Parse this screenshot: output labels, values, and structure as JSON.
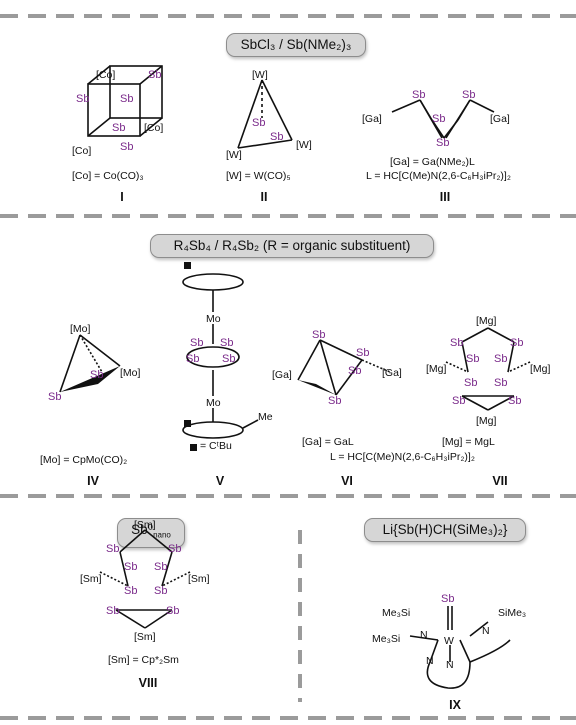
{
  "sections": [
    {
      "title": "SbCl₃ / Sb(NMe₂)₃"
    },
    {
      "title": "R₄Sb₄ / R₄Sb₂ (R = organic substituent)"
    },
    {
      "title": "Sb⁰",
      "title_sub": "nano"
    },
    {
      "title": "Li{Sb(H)CH(SiMe₃)₂}"
    }
  ],
  "labels": {
    "sb": "Sb",
    "co": "[Co]",
    "w": "[W]",
    "ga": "[Ga]",
    "mo_b": "[Mo]",
    "mo": "Mo",
    "me": "Me",
    "mg": "[Mg]",
    "sm": "[Sm]",
    "me3si": "Me₃Si",
    "sime3": "SiMe₃",
    "n": "N",
    "w_plain": "W"
  },
  "compounds": {
    "I": {
      "numeral": "I",
      "caption": "[Co] = Co(CO)₃"
    },
    "II": {
      "numeral": "II",
      "caption": "[W] = W(CO)₅"
    },
    "III": {
      "numeral": "III",
      "caption1": "[Ga] = Ga(NMe₂)L",
      "caption2": "L = HC[C(Me)N(2,6-C₆H₃iPr₂)]₂"
    },
    "IV": {
      "numeral": "IV",
      "caption": "[Mo] = CpMo(CO)₂"
    },
    "V": {
      "numeral": "V",
      "caption": "= CᵗBu"
    },
    "VI": {
      "numeral": "VI",
      "caption": "[Ga] = GaL"
    },
    "VII": {
      "numeral": "VII",
      "caption": "[Mg] = MgL"
    },
    "VIVII": {
      "caption": "L = HC[C(Me)N(2,6-C₆H₃iPr₂)]₂"
    },
    "VIII": {
      "numeral": "VIII",
      "caption": "[Sm] = Cp*₂Sm"
    },
    "IX": {
      "numeral": "IX"
    }
  }
}
